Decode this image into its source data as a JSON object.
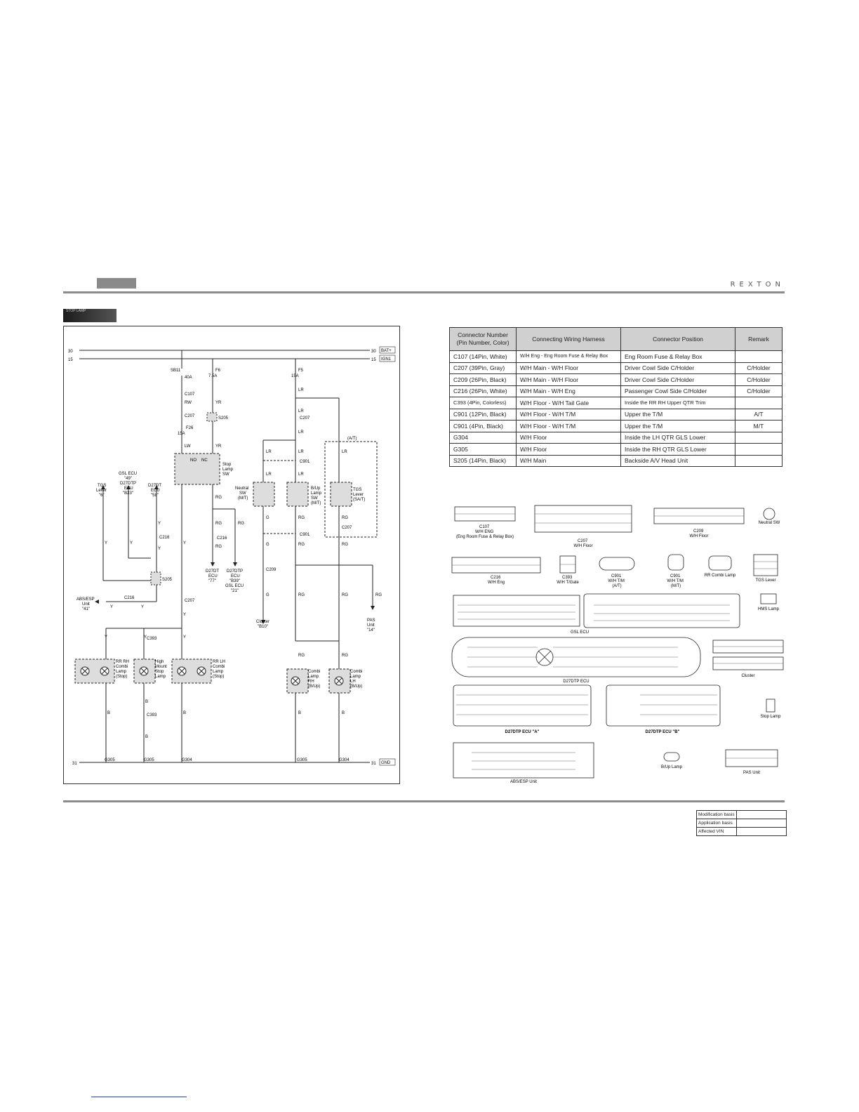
{
  "header": {
    "brand": "REXTON"
  },
  "section_tab": {
    "label": "STOP LAMP"
  },
  "diagram": {
    "rails": {
      "bat": {
        "num": "30",
        "label": "BAT+"
      },
      "ign": {
        "num": "15",
        "label": "IGN1"
      },
      "gnd": {
        "num": "31",
        "label": "GND"
      }
    },
    "fuses": {
      "sb11": "SB11",
      "sb11_amp": "40A",
      "f6": "F6",
      "f6_amp": "7.5A",
      "f26": "F26",
      "f26_amp": "15A",
      "f5": "F5",
      "f5_amp": "15A"
    },
    "connectors": {
      "c107": "C107",
      "c207": "C207",
      "c205": "S205",
      "c216": "C216",
      "c901": "C901",
      "c393": "C393",
      "c209": "C209"
    },
    "wires": {
      "rw": "RW",
      "lw": "LW",
      "yr": "YR",
      "rg": "RG",
      "lr": "LR",
      "y": "Y",
      "g": "G",
      "b": "B"
    },
    "components": {
      "stop_sw": [
        "Stop",
        "Lamp",
        "SW"
      ],
      "stop_no": "NO",
      "stop_nc": "NC",
      "neutral": [
        "Neutral",
        "SW",
        "(M/T)"
      ],
      "bup_sw": [
        "B/Up",
        "Lamp",
        "SW",
        "(M/T)"
      ],
      "tgs_lever": [
        "TGS",
        "Lever",
        "(SA/T)"
      ],
      "at_box": "(A/T)",
      "tgs_lever_out": [
        "TGS",
        "Lever",
        "\"6\""
      ],
      "gsl_ecu": [
        "GSL ECU",
        "\"49\"",
        "D27DTP",
        "ECU",
        "\"B23\""
      ],
      "d27dt_ecu": [
        "D27DT",
        "ECU",
        "\"58\""
      ],
      "d27dt_ecu2": [
        "D27DT",
        "ECU",
        "\"77\""
      ],
      "d27dtp_ecu2": [
        "D27DTP",
        "ECU",
        "\"B39\"",
        "GSL ECU",
        "\"21\""
      ],
      "abs_unit": [
        "ABS/ESP",
        "Unit",
        "\"41\""
      ],
      "cluster": [
        "Cluster",
        "\"B10\""
      ],
      "pas_unit": [
        "PAS",
        "Unit",
        "\"14\""
      ],
      "rr_rh": [
        "RR RH",
        "Combi",
        "Lamp",
        "(Stop)"
      ],
      "hms": [
        "High",
        "Mount",
        "Stop",
        "Lamp"
      ],
      "rr_lh": [
        "RR LH",
        "Combi",
        "Lamp",
        "(Stop)"
      ],
      "combi_rh": [
        "Combi",
        "Lamp",
        "RH",
        "(B/Up)"
      ],
      "combi_lh": [
        "Combi",
        "Lamp",
        "LH",
        "(B/Up)"
      ]
    },
    "grounds": {
      "g305": "G305",
      "g304": "G304"
    }
  },
  "connector_table": {
    "headers": [
      "Connector Number (Pin Number, Color)",
      "Connecting Wiring Harness",
      "Connector Position",
      "Remark"
    ],
    "rows": [
      [
        "C107 (14Pin, White)",
        "W/H Eng - Eng Room Fuse & Relay Box",
        "Eng Room Fuse & Relay Box",
        ""
      ],
      [
        "C207 (39Pin, Gray)",
        "W/H Main - W/H Floor",
        "Driver Cowl Side C/Holder",
        "C/Holder"
      ],
      [
        "C209 (26Pin, Black)",
        "W/H Main - W/H Floor",
        "Driver Cowl Side C/Holder",
        "C/Holder"
      ],
      [
        "C216 (26Pin, White)",
        "W/H Main - W/H Eng",
        "Passenger Cowl Side C/Holder",
        "C/Holder"
      ],
      [
        "C393 (4Pin, Colorless)",
        "W/H Floor - W/H Tail Gate",
        "Inside the RR RH Upper QTR Trim",
        ""
      ],
      [
        "C901 (12Pin, Black)",
        "W/H Floor - W/H T/M",
        "Upper the T/M",
        "A/T"
      ],
      [
        "C901 (4Pin, Black)",
        "W/H Floor - W/H T/M",
        "Upper the T/M",
        "M/T"
      ],
      [
        "G304",
        "W/H Floor",
        "Inside the LH QTR GLS Lower",
        ""
      ],
      [
        "G305",
        "W/H Floor",
        "Inside the RH QTR GLS Lower",
        ""
      ],
      [
        "S205 (14Pin, Black)",
        "W/H Main",
        "Backside A/V Head Unit",
        ""
      ]
    ]
  },
  "connector_views": {
    "c107": [
      "C107",
      "W/H ENG",
      "(Eng Room Fuse & Relay Box)"
    ],
    "c207": [
      "C207",
      "W/H Floor"
    ],
    "c209": [
      "C209",
      "W/H Floor"
    ],
    "neutral": "Neutral SW",
    "c216": [
      "C216",
      "W/H Eng"
    ],
    "c393": [
      "C393",
      "W/H T/Gate"
    ],
    "c901a": [
      "C901",
      "W/H T/M",
      "(A/T)"
    ],
    "c901m": [
      "C901",
      "W/H T/M",
      "(M/T)"
    ],
    "rr_combi": "RR Combi Lamp",
    "tgs": "TGS Lever",
    "hms": "HMS Lamp",
    "gsl": "GSL ECU",
    "d27": "D27DTP ECU",
    "cluster": "Cluster",
    "d27a": "D27DTP ECU \"A\"",
    "d27b": "D27DTP ECU \"B\"",
    "stop": "Stop Lamp",
    "abs": "ABS/ESP Unit",
    "bup": "B/Up Lamp",
    "pas": "PAS Unit"
  },
  "modification": {
    "rows": [
      "Modification basis",
      "Application basis",
      "Affected VIN"
    ]
  }
}
